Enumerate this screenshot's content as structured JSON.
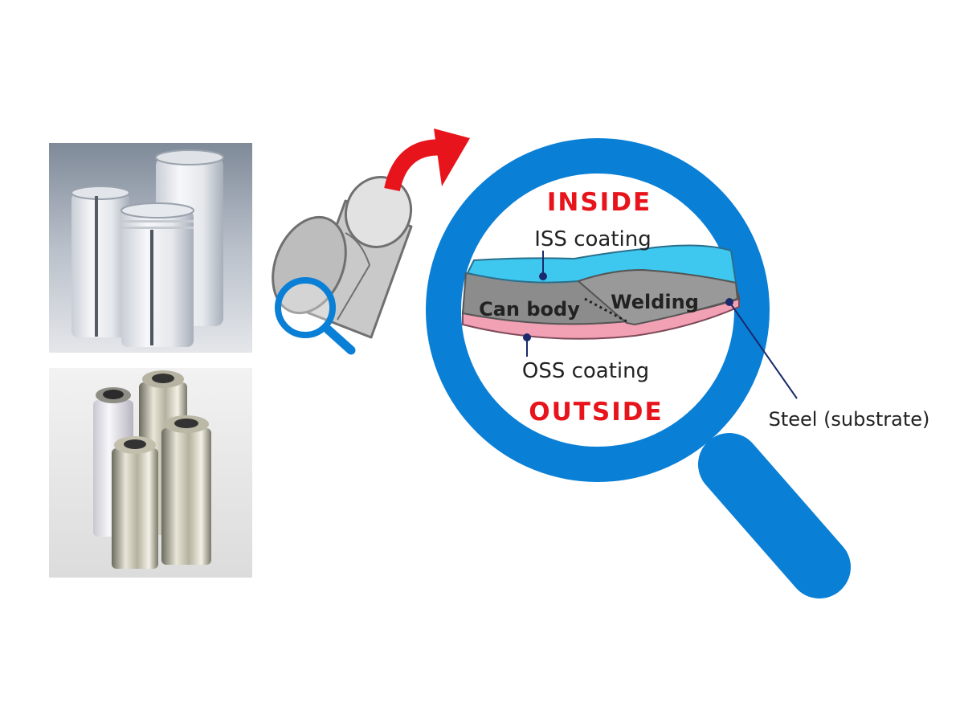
{
  "labels": {
    "inside": "INSIDE",
    "outside": "OUTSIDE",
    "iss_coating": "ISS coating",
    "oss_coating": "OSS coating",
    "can_body": "Can body",
    "welding": "Welding",
    "steel": "Steel (substrate)"
  },
  "photos": {
    "top": "beverage-cans-photo",
    "bottom": "aerosol-cans-photo"
  },
  "colors": {
    "magnifier_blue": "#0a7fd6",
    "arrow_red": "#e8141c",
    "heading_red": "#e8141c",
    "iss_cyan": "#3ec8ef",
    "oss_pink": "#f2a0b4",
    "steel_gray": "#8c8c8c",
    "pointer_navy": "#1a2a6c"
  }
}
